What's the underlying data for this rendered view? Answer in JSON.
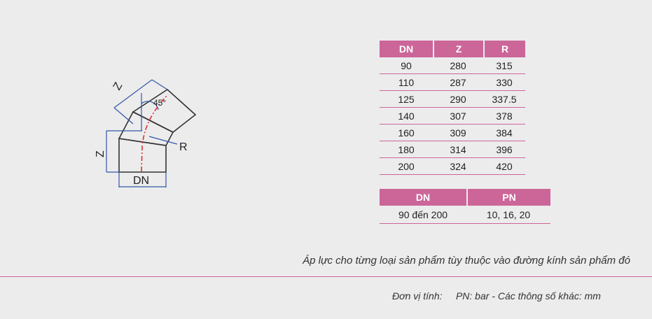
{
  "diagram": {
    "z_label": "Z",
    "angle_label": "45°",
    "r_label": "R",
    "dn_label": "DN"
  },
  "dimensions_table": {
    "headers": [
      "DN",
      "Z",
      "R"
    ],
    "rows": [
      [
        "90",
        "280",
        "315"
      ],
      [
        "110",
        "287",
        "330"
      ],
      [
        "125",
        "290",
        "337.5"
      ],
      [
        "140",
        "307",
        "378"
      ],
      [
        "160",
        "309",
        "384"
      ],
      [
        "180",
        "314",
        "396"
      ],
      [
        "200",
        "324",
        "420"
      ]
    ]
  },
  "pressure_table": {
    "headers": [
      "DN",
      "PN"
    ],
    "rows": [
      [
        "90 đến 200",
        "10, 16, 20"
      ]
    ]
  },
  "caption": "Áp lực cho từng loại sản phẩm tùy thuộc vào đường kính sản phẩm đó",
  "footer": {
    "label": "Đơn vị tính:",
    "value": "PN: bar - Các thông số khác: mm"
  },
  "colors": {
    "accent": "#cc6699",
    "dimension": "#3355aa",
    "centerline": "#e03030"
  }
}
